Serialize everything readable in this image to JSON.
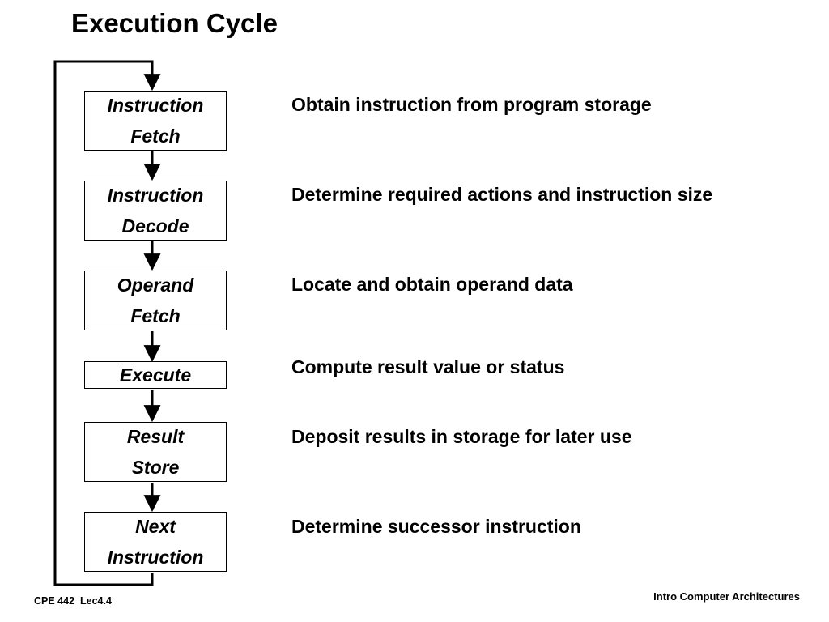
{
  "slide": {
    "title": "Execution Cycle",
    "footer_left": "CPE 442  Lec4.4",
    "footer_right": "Intro Computer Architectures"
  },
  "stages": [
    {
      "lines": [
        "Instruction",
        "Fetch"
      ],
      "description": "Obtain instruction from program storage"
    },
    {
      "lines": [
        "Instruction",
        "Decode"
      ],
      "description": "Determine required actions and instruction size"
    },
    {
      "lines": [
        "Operand",
        "Fetch"
      ],
      "description": "Locate and obtain operand data"
    },
    {
      "lines": [
        "Execute"
      ],
      "description": "Compute result value or status"
    },
    {
      "lines": [
        "Result",
        "Store"
      ],
      "description": "Deposit results in storage for later use"
    },
    {
      "lines": [
        "Next",
        "Instruction"
      ],
      "description": "Determine successor instruction"
    }
  ]
}
